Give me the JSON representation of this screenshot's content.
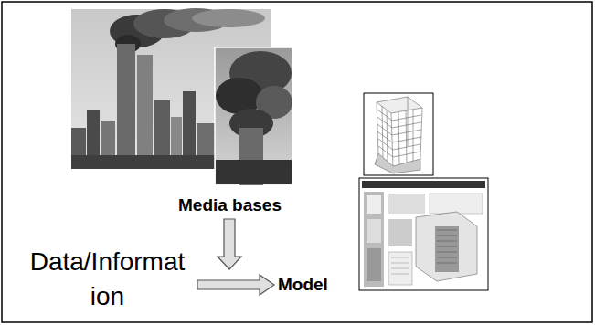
{
  "diagram": {
    "nodes": [
      {
        "text": [
          "Data/Informat ion"
        ]
      },
      {
        "text": [
          "Model"
        ]
      }
    ],
    "edges": [
      {
        "from": 0,
        "to": 1,
        "arrow": "to"
      }
    ],
    "labels": [
      "Media bases"
    ]
  }
}
